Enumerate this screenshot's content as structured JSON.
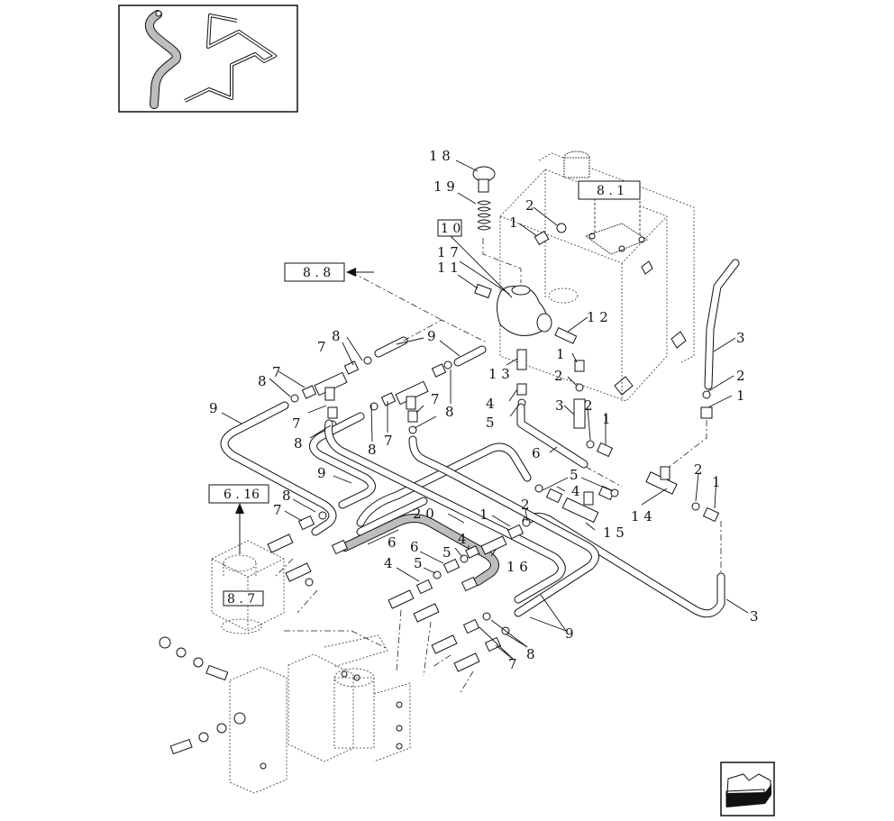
{
  "diagram": {
    "type": "exploded-parts-view",
    "subject": "hydraulic piping assembly",
    "thumbnail": {
      "description": "inset showing hose (shaded) and bent pipe (outline)"
    },
    "reference_boxes": [
      {
        "id": "ref-8-1",
        "text": "8 . 1"
      },
      {
        "id": "ref-8-8",
        "text": "8 . 8"
      },
      {
        "id": "ref-6-16",
        "text": "6 . 16"
      },
      {
        "id": "ref-8-7",
        "text": "8 . 7"
      },
      {
        "id": "ref-10",
        "text": "1 0"
      }
    ],
    "callouts": [
      {
        "text": "1 8"
      },
      {
        "text": "1 9"
      },
      {
        "text": "1 7"
      },
      {
        "text": "1 1"
      },
      {
        "text": "2"
      },
      {
        "text": "1"
      },
      {
        "text": "1 2"
      },
      {
        "text": "1 3"
      },
      {
        "text": "4"
      },
      {
        "text": "5"
      },
      {
        "text": "1"
      },
      {
        "text": "2"
      },
      {
        "text": "3"
      },
      {
        "text": "2"
      },
      {
        "text": "1"
      },
      {
        "text": "6"
      },
      {
        "text": "3"
      },
      {
        "text": "2"
      },
      {
        "text": "1"
      },
      {
        "text": "5"
      },
      {
        "text": "4"
      },
      {
        "text": "1 4"
      },
      {
        "text": "2"
      },
      {
        "text": "1"
      },
      {
        "text": "1 5"
      },
      {
        "text": "2"
      },
      {
        "text": "1"
      },
      {
        "text": "2 0"
      },
      {
        "text": "4"
      },
      {
        "text": "5"
      },
      {
        "text": "6"
      },
      {
        "text": "5"
      },
      {
        "text": "1 6"
      },
      {
        "text": "4"
      },
      {
        "text": "6"
      },
      {
        "text": "3"
      },
      {
        "text": "9"
      },
      {
        "text": "8"
      },
      {
        "text": "7"
      },
      {
        "text": "8"
      },
      {
        "text": "7"
      },
      {
        "text": "9"
      },
      {
        "text": "8"
      },
      {
        "text": "7"
      },
      {
        "text": "7"
      },
      {
        "text": "8"
      },
      {
        "text": "9"
      },
      {
        "text": "7"
      },
      {
        "text": "8"
      },
      {
        "text": "8"
      },
      {
        "text": "7"
      },
      {
        "text": "9"
      },
      {
        "text": "8"
      },
      {
        "text": "7"
      }
    ],
    "nav_icon": "previous-page-arrow-icon"
  }
}
